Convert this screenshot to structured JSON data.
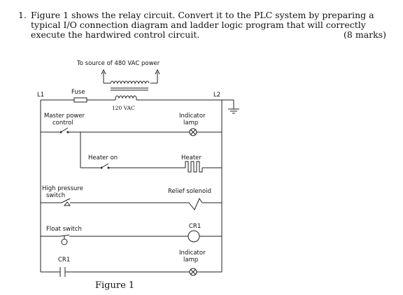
{
  "question": {
    "number": "1.",
    "text": "Figure 1 shows the relay circuit. Convert it to the PLC system by preparing a typical I/O connection diagram and ladder logic program that will correctly execute the hardwired control circuit.",
    "marks": "(8 marks)"
  },
  "diagram": {
    "source_label": "To source of 480 VAC power",
    "secondary_label": "120 VAC",
    "l1_label": "L1",
    "l2_label": "L2",
    "fuse_label": "Fuse",
    "rungs": [
      {
        "input_label": "Master power control",
        "output_label": "Indicator lamp"
      },
      {
        "input_label": "Heater on",
        "output_label": "Heater"
      },
      {
        "input_label": "High pressure switch",
        "output_label": "Relief solenoid"
      },
      {
        "input_label": "Float switch",
        "output_label": "CR1"
      },
      {
        "input_label": "CR1",
        "output_label": "Indicator lamp"
      }
    ],
    "caption": "Figure 1"
  }
}
